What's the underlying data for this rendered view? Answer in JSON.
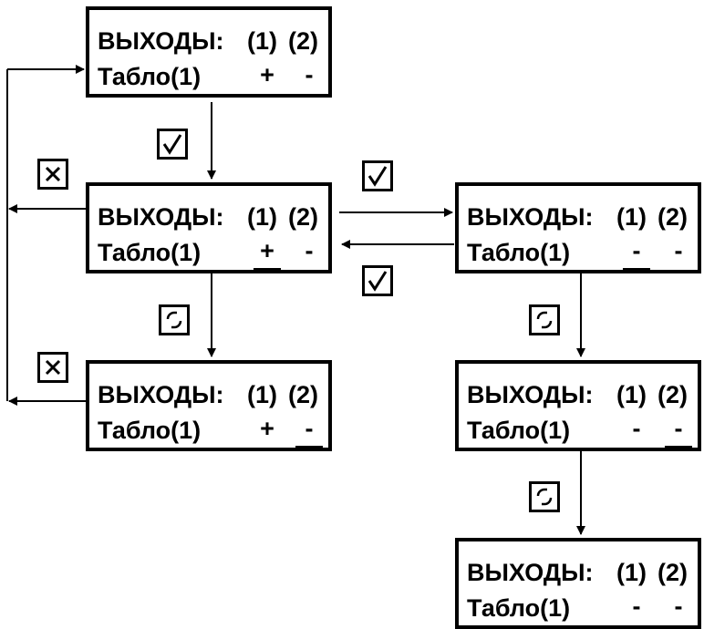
{
  "screens": {
    "s1": {
      "title": "ВЫХОДЫ:",
      "col1": "(1)",
      "col2": "(2)",
      "label": "Табло(1)",
      "val1": "+",
      "val2": "-"
    },
    "s2": {
      "title": "ВЫХОДЫ:",
      "col1": "(1)",
      "col2": "(2)",
      "label": "Табло(1)",
      "val1": "+",
      "val2": "-"
    },
    "s3": {
      "title": "ВЫХОДЫ:",
      "col1": "(1)",
      "col2": "(2)",
      "label": "Табло(1)",
      "val1": "+",
      "val2": "-"
    },
    "s4": {
      "title": "ВЫХОДЫ:",
      "col1": "(1)",
      "col2": "(2)",
      "label": "Табло(1)",
      "val1": "-",
      "val2": "-"
    },
    "s5": {
      "title": "ВЫХОДЫ:",
      "col1": "(1)",
      "col2": "(2)",
      "label": "Табло(1)",
      "val1": "-",
      "val2": "-"
    },
    "s6": {
      "title": "ВЫХОДЫ:",
      "col1": "(1)",
      "col2": "(2)",
      "label": "Табло(1)",
      "val1": "-",
      "val2": "-"
    }
  },
  "buttons": {
    "confirm": "check-icon",
    "cancel": "cross-icon",
    "next": "cycle-icon"
  }
}
